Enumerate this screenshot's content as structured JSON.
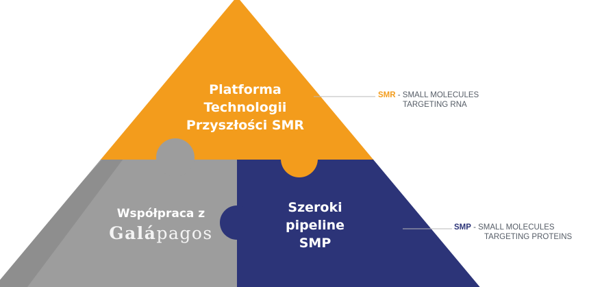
{
  "colors": {
    "top_segment": "#f39c1c",
    "left_segment": "#9d9d9d",
    "left_segment_shade": "#838383",
    "right_segment": "#2c3478",
    "connector_line": "#b9b9b9",
    "smr_accent": "#f39c1c",
    "smp_accent": "#2c3478"
  },
  "segments": {
    "top": {
      "lines": [
        "Platforma",
        "Technologii",
        "Przyszłości SMR"
      ]
    },
    "left": {
      "line1": "Współpraca z",
      "brand_bold": "Galá",
      "brand_rest": "pagos"
    },
    "right": {
      "lines": [
        "Szeroki",
        "pipeline",
        "SMP"
      ]
    }
  },
  "notes": {
    "smr": {
      "abbr": "SMR",
      "line1_rest": " - SMALL MOLECULES",
      "line2": "TARGETING RNA"
    },
    "smp": {
      "abbr": "SMP",
      "line1_rest": " - SMALL MOLECULES",
      "line2": "TARGETING PROTEINS"
    }
  }
}
